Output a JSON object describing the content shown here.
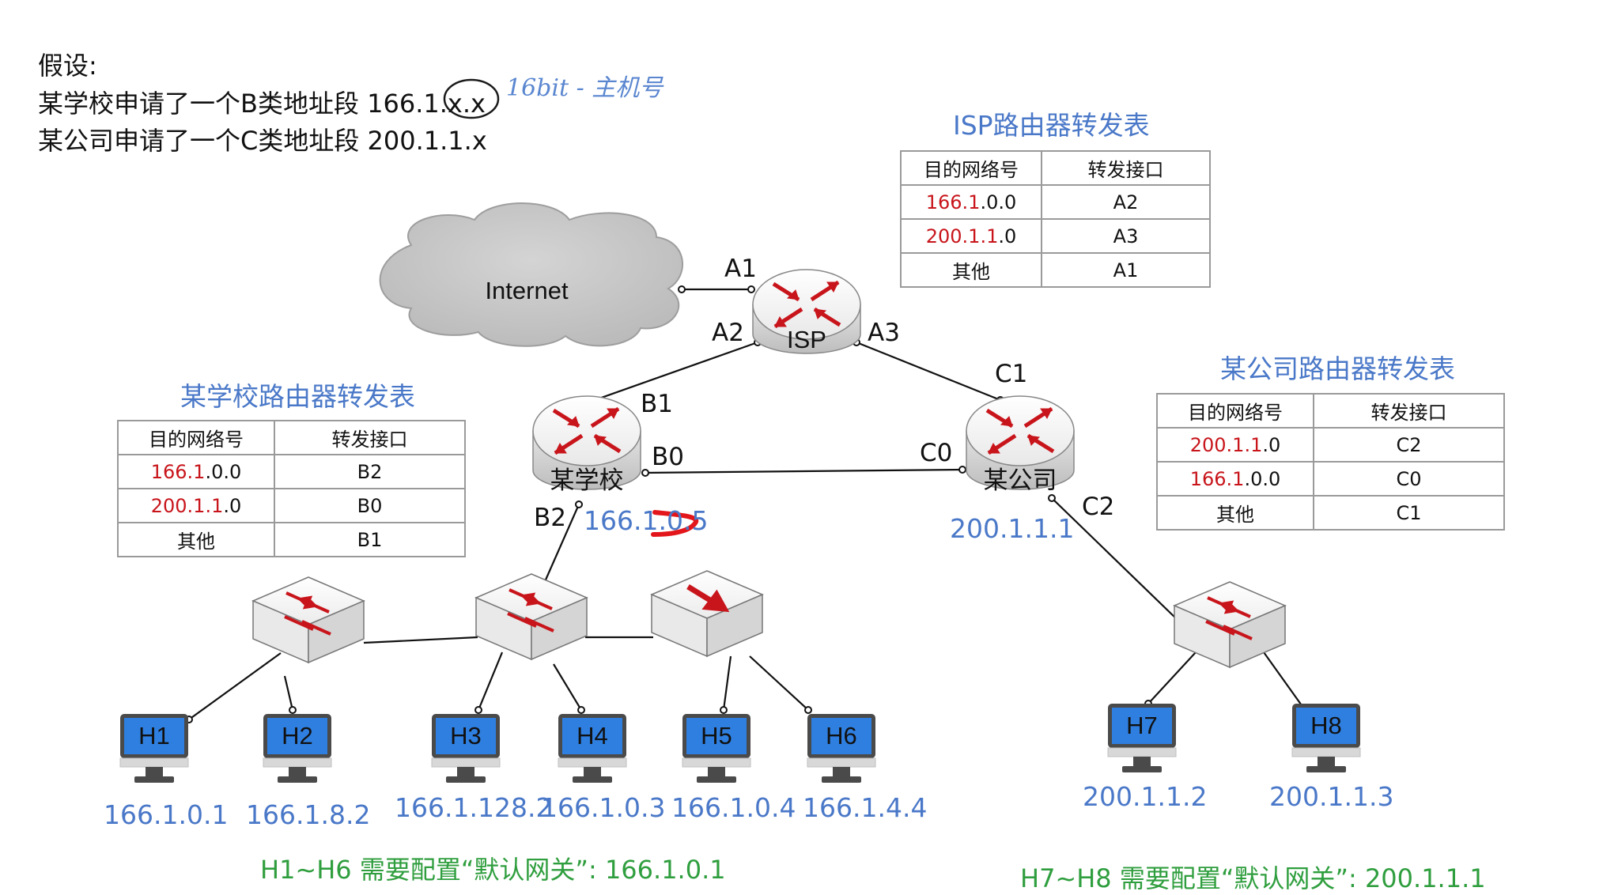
{
  "assumption": {
    "title": "假设:",
    "line1_prefix": "某学校申请了一个B类地址段 166.1.",
    "line1_circled": "x.x",
    "line2": "某公司申请了一个C类地址段 200.1.1.x",
    "handwritten_note": "16bit - 主机号"
  },
  "cloud": {
    "label": "Internet"
  },
  "routers": {
    "isp": "ISP",
    "school": "某学校",
    "company": "某公司"
  },
  "ports": {
    "a1": "A1",
    "a2": "A2",
    "a3": "A3",
    "b0": "B0",
    "b1": "B1",
    "b2": "B2",
    "c0": "C0",
    "c1": "C1",
    "c2": "C2"
  },
  "router_ips": {
    "school_b2_ip": "166.1.0.5",
    "company_ip": "200.1.1.1"
  },
  "tables": {
    "header_dest": "目的网络号",
    "header_port": "转发接口",
    "isp": {
      "title": "ISP路由器转发表",
      "rows": [
        {
          "net_red": "166.1",
          "net_rest": ".0.0",
          "port": "A2"
        },
        {
          "net_red": "200.1.1",
          "net_rest": ".0",
          "port": "A3"
        },
        {
          "net_red": "",
          "net_rest": "其他",
          "port": "A1"
        }
      ]
    },
    "school": {
      "title": "某学校路由器转发表",
      "rows": [
        {
          "net_red": "166.1",
          "net_rest": ".0.0",
          "port": "B2"
        },
        {
          "net_red": "200.1.1",
          "net_rest": ".0",
          "port": "B0"
        },
        {
          "net_red": "",
          "net_rest": "其他",
          "port": "B1"
        }
      ]
    },
    "company": {
      "title": "某公司路由器转发表",
      "rows": [
        {
          "net_red": "200.1.1",
          "net_rest": ".0",
          "port": "C2"
        },
        {
          "net_red": "166.1",
          "net_rest": ".0.0",
          "port": "C0"
        },
        {
          "net_red": "",
          "net_rest": "其他",
          "port": "C1"
        }
      ]
    }
  },
  "hosts": [
    {
      "name": "H1",
      "ip": "166.1.0.1"
    },
    {
      "name": "H2",
      "ip": "166.1.8.2"
    },
    {
      "name": "H3",
      "ip": "166.1.128.2"
    },
    {
      "name": "H4",
      "ip": "166.1.0.3"
    },
    {
      "name": "H5",
      "ip": "166.1.0.4"
    },
    {
      "name": "H6",
      "ip": "166.1.4.4"
    },
    {
      "name": "H7",
      "ip": "200.1.1.2"
    },
    {
      "name": "H8",
      "ip": "200.1.1.3"
    }
  ],
  "gateway_notes": {
    "school": "H1~H6 需要配置“默认网关”: 166.1.0.1",
    "company": "H7~H8 需要配置“默认网关”: 200.1.1.1"
  },
  "colors": {
    "blue_text": "#4a78c8",
    "green_text": "#2f9e3e",
    "red_text": "#c8151b",
    "host_screen": "#2f7fe0",
    "arrow_red": "#c8151b"
  }
}
